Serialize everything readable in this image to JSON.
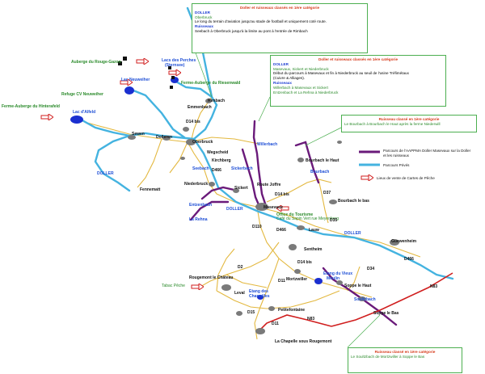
{
  "colors": {
    "river": "#44b3e0",
    "purple": "#6a1a7a",
    "road": "#e3b83f",
    "red": "#d01e1e",
    "pond": "#1a2fd0",
    "town": "#7a7a7a",
    "box_border": "#4caf50",
    "title_red": "#d63a1a",
    "blue_text": "#1c3dd2",
    "green_text": "#2a8a2a"
  },
  "boxes": {
    "top": {
      "title": "Doller et ruisseaux classés en 1ère catégorie",
      "line1": "DOLLER",
      "line2": "Oberbruck",
      "line3": "Le long du terrain d'aviation jusqu'au stade de football et uniquement coté route.",
      "line4": "Ruisseaux",
      "line5": "Seebach à Oberbruck jusqu'à la limite au pont à l'entrée de Rimbach"
    },
    "mid": {
      "title": "Doller et ruisseaux classés en 1ère catégorie",
      "line1": "DOLLER",
      "line2": "Masevaux, Sickert et Niederbruck",
      "line3": "Début du parcours à Masevaux et fin à Niederbruck au seuil de l'usine Tréfimétaux",
      "line4": "(Cuivre & Alliages).",
      "line5": "Ruisseaux",
      "line6": "Willerbach à Masevaux et Sickert",
      "line7": "Entzenbach et La Rehna à Niederbruck"
    },
    "right": {
      "title": "Ruisseau classé en 1ère catégorie",
      "line1": "Le Bourbach à Bourbach le Haut après la ferme Niederwill"
    },
    "bottom": {
      "title": "Ruisseau classé en 1ère catégorie",
      "line1": "Le Soultzbach de Mortzwiller à Soppe le Bas"
    }
  },
  "legend": {
    "item1": "Parcours de l'AAPPMA Doller Masevaux sur la Doller et les ruisseaux",
    "item2": "Parcours Privés",
    "item3": "Lieux de vente de Cartes de Pêche"
  },
  "labels": {
    "auberge_rouge_gazon": "Auberge du Rouge-Gazon",
    "lacs_perches": "Lacs des Perches",
    "lacs_perches2": "(Sternsee)",
    "lac_neuweiher": "Lac Neuweiher",
    "ferme_auberge_riesenwald": "Ferme-Auberge du Riesenwald",
    "refuge_neuweiher": "Refuge CV Neuweiher",
    "ferme_auberge_hinterafeld": "Ferme-Auberge du Hinterafeld",
    "lac_alfeld": "Lac d'Alfeld",
    "rimbach": "Rimbach",
    "emmenbach": "Emmenbach",
    "sewen": "Sewen",
    "dolleren": "Dolleren",
    "oberbruck": "Oberbruck",
    "d14bis_a": "D14 bis",
    "doller_left": "DOLLER",
    "fennematt": "Fennematt",
    "wegscheid": "Wegscheid",
    "kirchberg": "Kirchberg",
    "d466a": "D466",
    "seebach": "Seebach",
    "willerbach": "Willerbach",
    "sickerbach": "Sickerbach",
    "sickert": "Sickert",
    "niederbruck": "Niederbruck",
    "entzenbach": "Entzenbach",
    "la_rehna": "La Rehna",
    "doller_mid": "DOLLER",
    "route_joffre": "Route Joffre",
    "d14bis_b": "D14 bis",
    "masevaux": "Masevaux",
    "office_tourisme": "Office du Tourisme",
    "cafe": "Café du Sapin Vert rue Meyenberg",
    "bourbach_haut": "Bourbach le Haut",
    "bourbach": "Bourbach",
    "d37": "D37",
    "bourbach_bas": "Bourbach le bas",
    "d35": "D35",
    "d110": "D110",
    "d466b": "D466",
    "lauw": "Lauw",
    "doller_right": "DOLLER",
    "guewenheim": "Guewenheim",
    "sentheim": "Sentheim",
    "d466c": "D466",
    "d14bis_c": "D14 bis",
    "d2": "D2",
    "rougemont": "Rougemont le Château",
    "tabac_peche": "Tabac Pêche",
    "d11a": "D11",
    "mortzwiller": "Mortzwiller",
    "etang_vieux_moulin": "Etang du Vieux",
    "etang_vieux_moulin2": "Moulin",
    "d34": "D34",
    "soppe_haut": "Soppe le Haut",
    "n83a": "N83",
    "leval": "Leval",
    "etang_charmilles": "Etang des",
    "etang_charmilles2": "Charmilles",
    "soultzbach": "Soultzbach",
    "d15": "D15",
    "petitefontaine": "Petitefontaine",
    "soppe_bas": "Soppe le Bas",
    "n83b": "N83",
    "d11b": "D11",
    "la_chapelle": "La Chapelle sous Rougemont"
  }
}
